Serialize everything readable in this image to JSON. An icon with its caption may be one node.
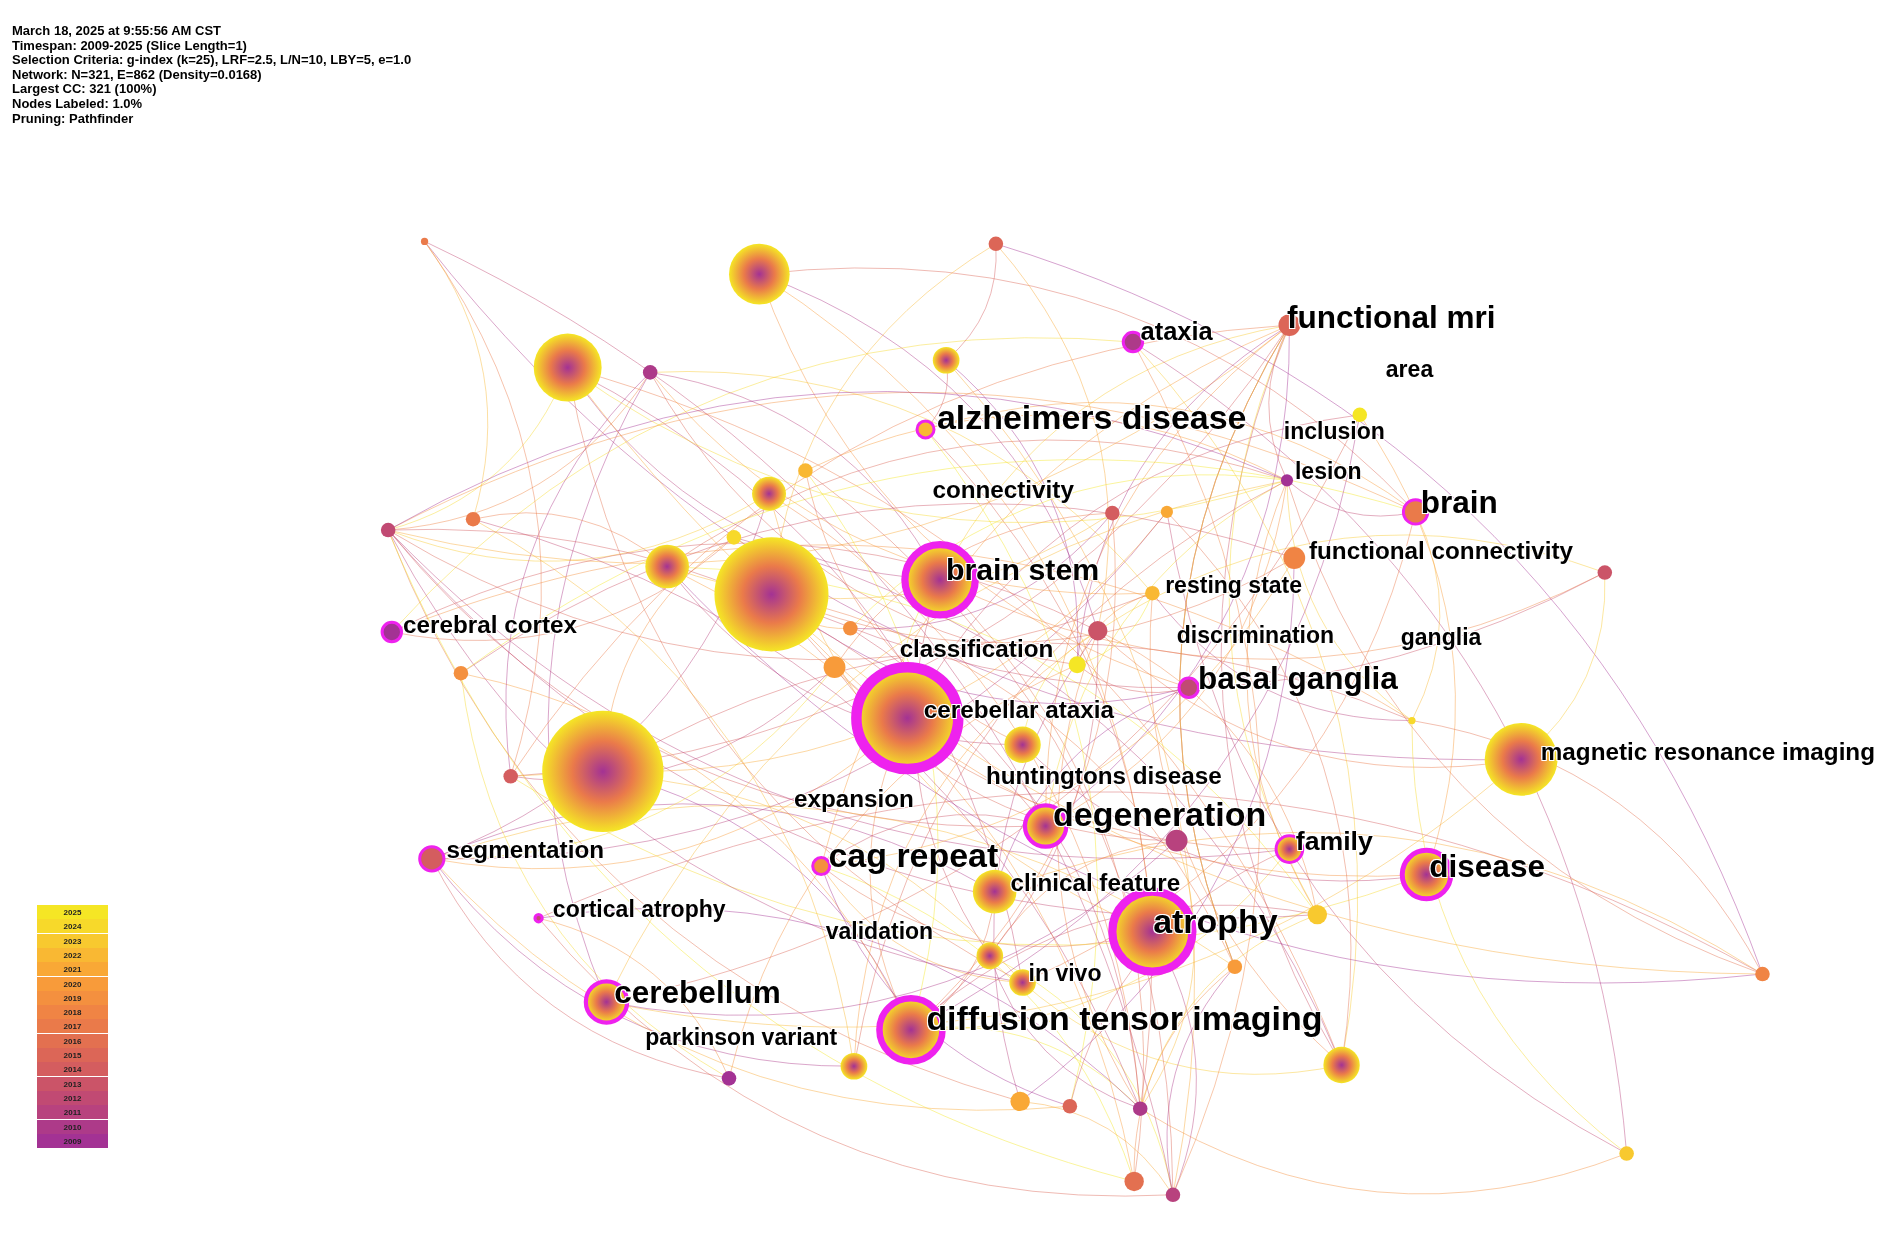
{
  "diagram": {
    "labels": [
      "March 18, 2025 at 9:55:56 AM CST",
      "Timespan: 2009-2025 (Slice Length=1)",
      "Selection Criteria: g-index (k=25), LRF=2.5, L/N=10, LBY=5, e=1.0",
      "Network: N=321, E=862 (Density=0.0168)",
      "Largest CC: 321 (100%)",
      "Nodes Labeled: 1.0%",
      "Pruning: Pathfinder",
      "functional mri",
      "ataxia",
      "area",
      "alzheimers disease",
      "inclusion",
      "lesion",
      "connectivity",
      "brain",
      "functional connectivity",
      "brain stem",
      "resting state",
      "cerebral cortex",
      "discrimination",
      "ganglia",
      "classification",
      "basal ganglia",
      "cerebellar ataxia",
      "magnetic resonance imaging",
      "huntingtons disease",
      "expansion",
      "degeneration",
      "family",
      "segmentation",
      "cag repeat",
      "disease",
      "clinical feature",
      "cortical atrophy",
      "atrophy",
      "validation",
      "in vivo",
      "cerebellum",
      "diffusion tensor imaging",
      "parkinson variant"
    ],
    "legend": [
      {
        "text": "2025",
        "color": "#f5e625"
      },
      {
        "text": "2024",
        "color": "#f7d92a"
      },
      {
        "text": "2023",
        "color": "#f8c92f"
      },
      {
        "text": "2022",
        "color": "#f9b833"
      },
      {
        "text": "2021",
        "color": "#f9a836"
      },
      {
        "text": "2020",
        "color": "#f89b3a"
      },
      {
        "text": "2019",
        "color": "#f4903f"
      },
      {
        "text": "2018",
        "color": "#f08444"
      },
      {
        "text": "2017",
        "color": "#ea7a4a"
      },
      {
        "text": "2016",
        "color": "#e37050"
      },
      {
        "text": "2015",
        "color": "#dc6657"
      },
      {
        "text": "2014",
        "color": "#d45d5f"
      },
      {
        "text": "2013",
        "color": "#cb5468"
      },
      {
        "text": "2012",
        "color": "#c14a73"
      },
      {
        "text": "2011",
        "color": "#b8427e"
      },
      {
        "text": "2010",
        "color": "#ad3a89"
      },
      {
        "text": "2009",
        "color": "#a33294"
      }
    ]
  }
}
